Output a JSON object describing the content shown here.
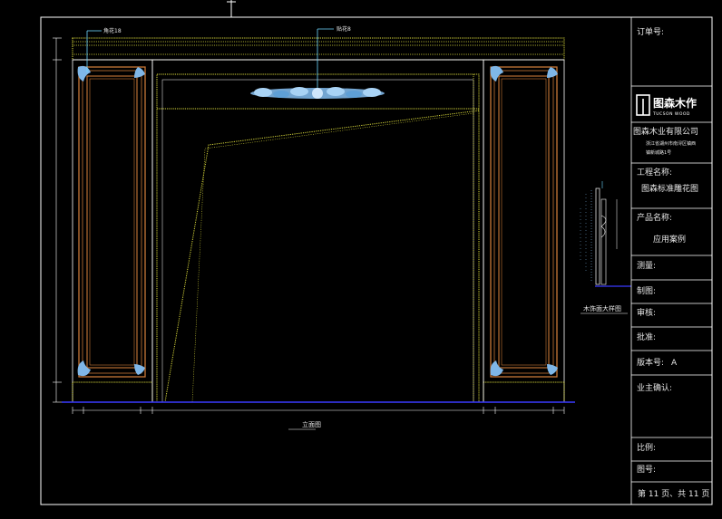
{
  "drawing": {
    "caption_elevation": "立面图",
    "caption_detail": "木饰面大样图",
    "callout_left": "角花18",
    "callout_center": "贴花8"
  },
  "title_block": {
    "order_no_label": "订单号:",
    "brand_name": "图森木作",
    "brand_sub": "TUCSON WOOD",
    "company": "图森木业有限公司",
    "address_line1": "浙江省湖州市南浔区镇西",
    "address_line2": "镇新城路1号",
    "project_label": "工程名称:",
    "project_value": "图森标准雕花图",
    "product_label": "产品名称:",
    "product_value": "应用案例",
    "measure_label": "测量:",
    "drawn_label": "制图:",
    "review_label": "审核:",
    "approve_label": "批准:",
    "version_label": "版本号:",
    "version_value": "A",
    "owner_confirm_label": "业主确认:",
    "scale_label": "比例:",
    "drawing_no_label": "图号:",
    "page_info": "第 11 页、共 11 页"
  },
  "colors": {
    "frame": "#ffffff",
    "dotted": "#d8d83a",
    "molding": "#c87838",
    "carving": "#7fb7e8",
    "dimension": "#6fd8ff",
    "floor": "#3a3aff"
  }
}
